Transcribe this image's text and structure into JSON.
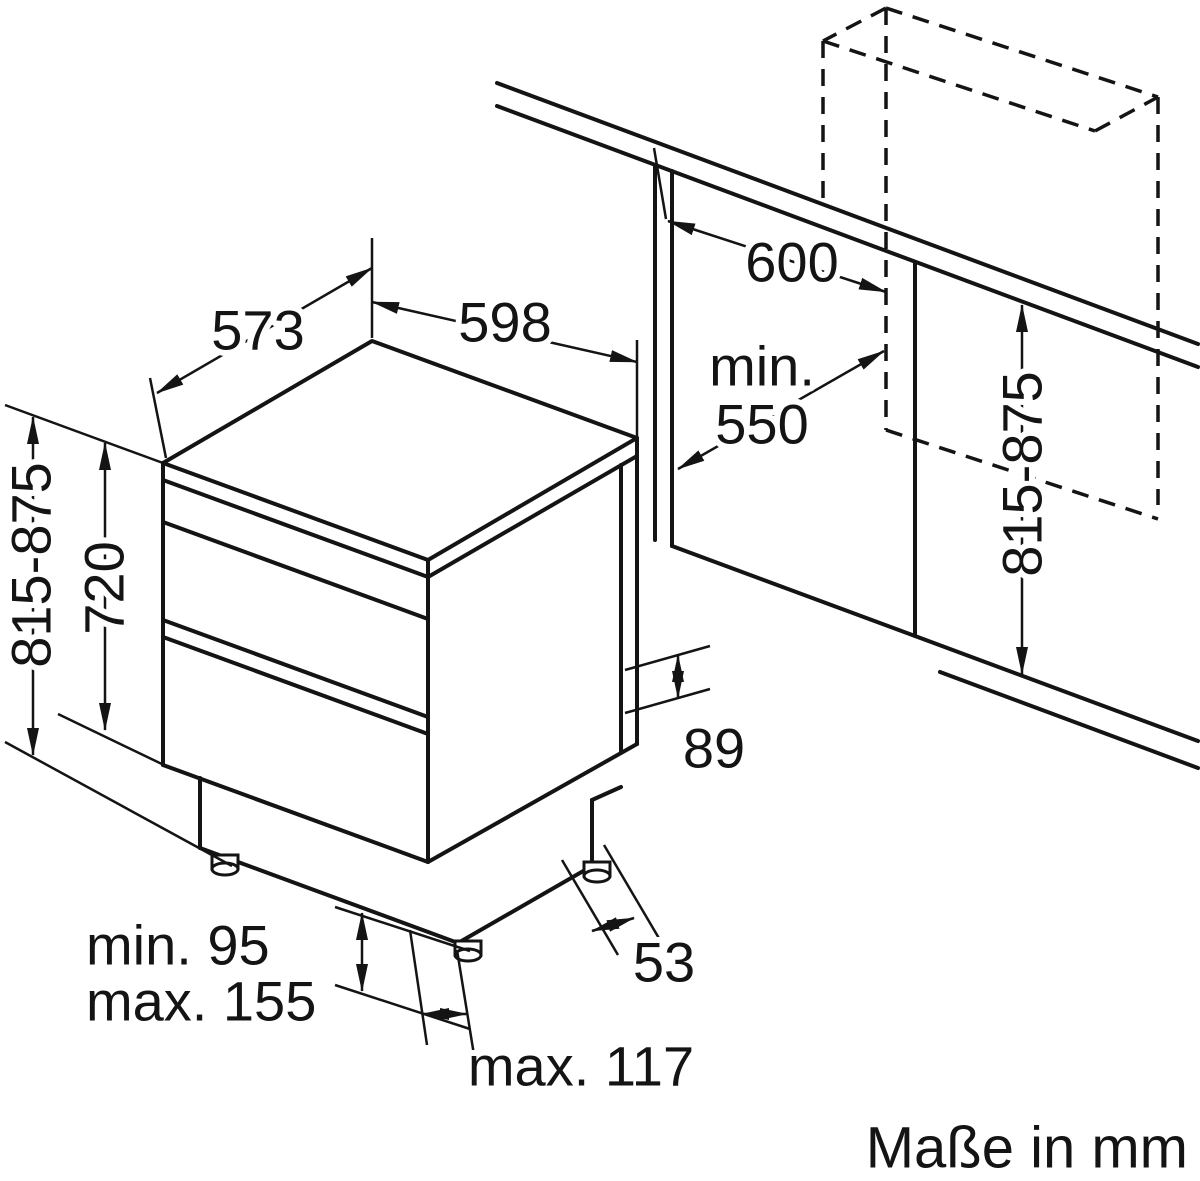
{
  "page": {
    "background": "#ffffff",
    "line_color": "#141414",
    "units_note": "Maße in mm"
  },
  "dimensions": {
    "top_depth": "573",
    "top_width": "598",
    "niche_depth_top": "600",
    "niche_depth_min_line1": "min.",
    "niche_depth_min_line2": "550",
    "total_height_left": "815-875",
    "body_height": "720",
    "niche_height_right": "815-875",
    "rear_recess": "89",
    "rear_offset": "53",
    "plinth_min": "min. 95",
    "plinth_max": "max. 155",
    "front_adjust": "max. 117"
  }
}
